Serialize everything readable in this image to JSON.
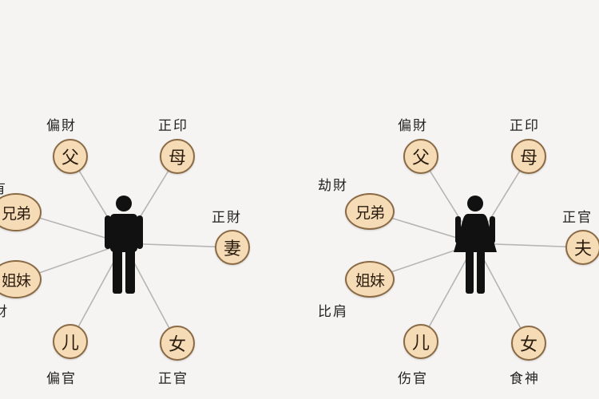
{
  "male_chart": {
    "nodes": [
      {
        "id": "fu",
        "label": "父",
        "caption": "偏財"
      },
      {
        "id": "mu",
        "label": "母",
        "caption": "正印"
      },
      {
        "id": "qi",
        "label": "妻",
        "caption": "正財"
      },
      {
        "id": "nv",
        "label": "女",
        "caption": "正官"
      },
      {
        "id": "er",
        "label": "儿",
        "caption": "偏官"
      },
      {
        "id": "jiemei",
        "label": "姐妹",
        "caption": "財"
      },
      {
        "id": "xiongdi",
        "label": "兄弟",
        "caption": "有"
      }
    ]
  },
  "female_chart": {
    "nodes": [
      {
        "id": "fu",
        "label": "父",
        "caption": "偏財"
      },
      {
        "id": "mu",
        "label": "母",
        "caption": "正印"
      },
      {
        "id": "xiongdi",
        "label": "兄弟",
        "caption": "劫財"
      },
      {
        "id": "fu2",
        "label": "夫",
        "caption": "正官"
      },
      {
        "id": "jiemei",
        "label": "姐妹",
        "caption": "比肩"
      },
      {
        "id": "er",
        "label": "儿",
        "caption": "伤官"
      },
      {
        "id": "nv",
        "label": "女",
        "caption": "食神"
      }
    ]
  },
  "colors": {
    "node_fill": "#f6dcb6",
    "node_border": "#8a6a45",
    "spoke": "#b5b5b5",
    "figure": "#111111",
    "background": "#f5f4f2"
  }
}
